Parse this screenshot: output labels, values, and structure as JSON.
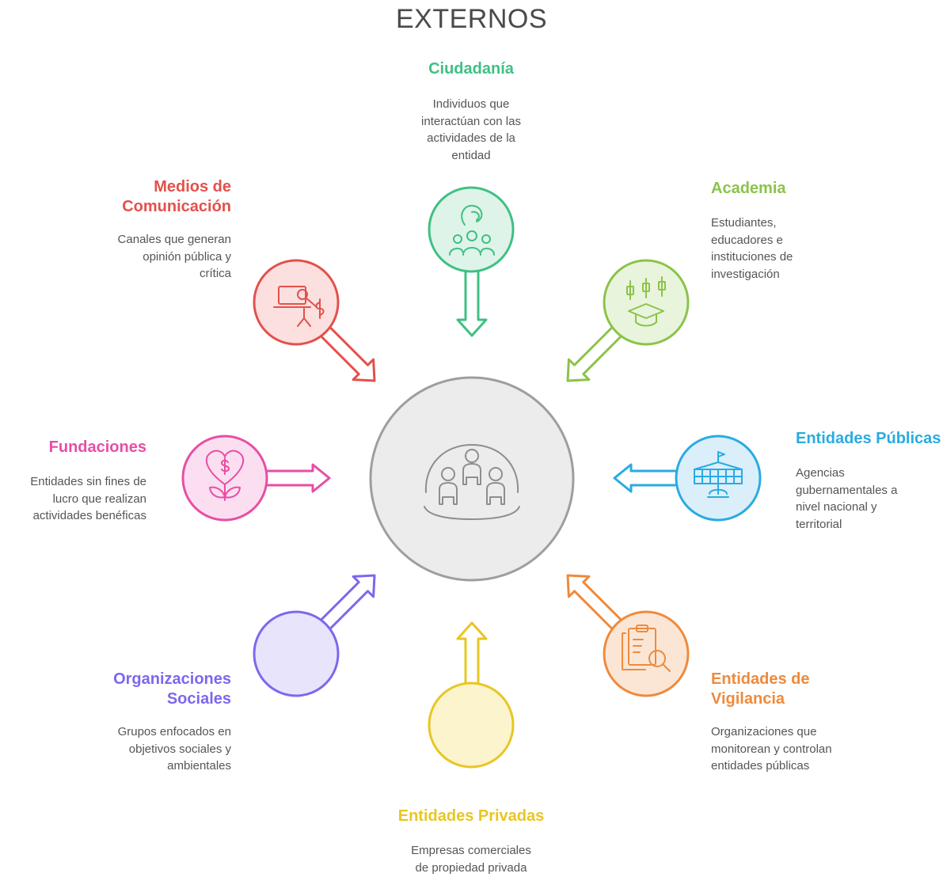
{
  "title": "EXTERNOS",
  "colors": {
    "center": "#9e9e9e",
    "ciudadania": "#3fc083",
    "academia": "#8bc34a",
    "publicas": "#29abe2",
    "vigilancia": "#ef8a3c",
    "privadas": "#e8c623",
    "sociales": "#7b68ee",
    "fundaciones": "#e74ea6",
    "medios": "#e2514c"
  },
  "center_icon": "group-people-icon",
  "nodes": {
    "ciudadania": {
      "title": "Ciudadanía",
      "desc": [
        "Individuos que",
        "interactúan con las",
        "actividades de la",
        "entidad"
      ],
      "icon": "people-icon"
    },
    "academia": {
      "title": "Academia",
      "desc": [
        "Estudiantes,",
        "educadores e",
        "instituciones de",
        "investigación"
      ],
      "icon": "graduation-cap-icon"
    },
    "publicas": {
      "title": "Entidades Públicas",
      "desc": [
        "Agencias",
        "gubernamentales a",
        "nivel nacional y",
        "territorial"
      ],
      "icon": "government-building-icon"
    },
    "vigilancia": {
      "title": [
        "Entidades de",
        "Vigilancia"
      ],
      "desc": [
        "Organizaciones que",
        "monitorean y controlan",
        "entidades públicas"
      ],
      "icon": "document-search-icon"
    },
    "privadas": {
      "title": "Entidades Privadas",
      "desc": [
        "Empresas comerciales",
        "de propiedad privada"
      ],
      "icon": "empty-circle"
    },
    "sociales": {
      "title": [
        "Organizaciones",
        "Sociales"
      ],
      "desc": [
        "Grupos enfocados en",
        "objetivos sociales y",
        "ambientales"
      ],
      "icon": "empty-circle"
    },
    "fundaciones": {
      "title": "Fundaciones",
      "desc": [
        "Entidades sin fines de",
        "lucro que realizan",
        "actividades benéficas"
      ],
      "icon": "heart-donation-icon"
    },
    "medios": {
      "title": [
        "Medios de",
        "Comunicación"
      ],
      "desc": [
        "Canales que generan",
        "opinión pública y",
        "crítica"
      ],
      "icon": "media-laptop-icon"
    }
  }
}
